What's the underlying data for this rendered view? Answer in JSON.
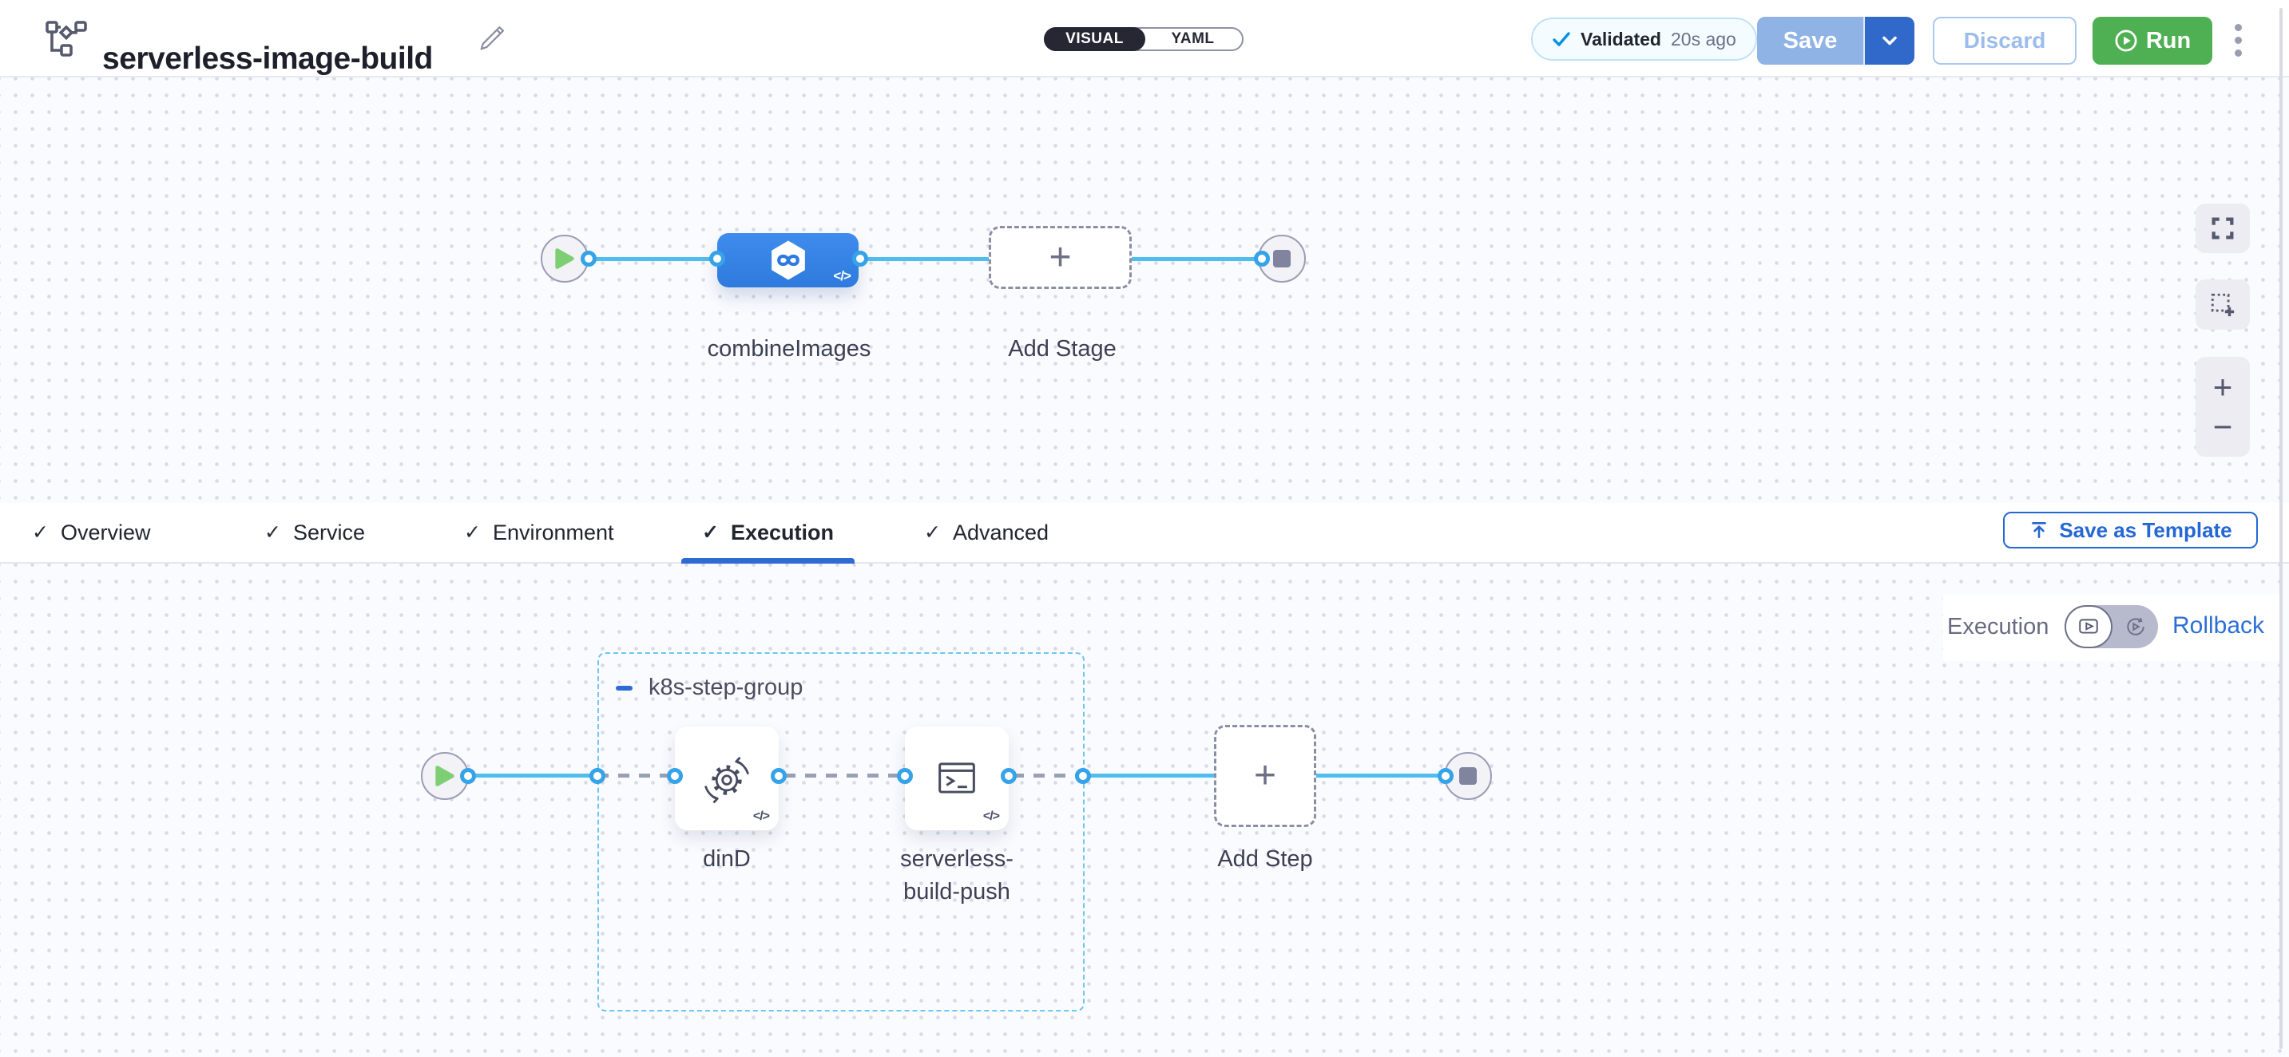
{
  "header": {
    "title": "serverless-image-build",
    "mode_visual": "VISUAL",
    "mode_yaml": "YAML",
    "validated_label": "Validated",
    "validated_time": "20s ago",
    "save": "Save",
    "discard": "Discard",
    "run": "Run"
  },
  "glyphs": {
    "check": "✓",
    "plus": "+",
    "zoom_in": "+",
    "zoom_out": "−",
    "code": "</>"
  },
  "stage_canvas": {
    "stage_label": "combineImages",
    "add_stage": "Add Stage"
  },
  "tabs": {
    "items": [
      {
        "label": "Overview"
      },
      {
        "label": "Service"
      },
      {
        "label": "Environment"
      },
      {
        "label": "Execution"
      },
      {
        "label": "Advanced"
      }
    ],
    "active": "Execution",
    "save_as_template": "Save as Template"
  },
  "execution_canvas": {
    "view_label": "Execution",
    "rollback": "Rollback",
    "group_label": "k8s-step-group",
    "step_dind": "dinD",
    "step_serverless": "serverless-build-push",
    "add_step": "Add Step"
  },
  "colors": {
    "accent_blue": "#2e6bd2",
    "node_blue": "#3181e5",
    "connector_blue": "#4fbdee",
    "run_green": "#4fb053",
    "validated_check": "#0092e4"
  }
}
